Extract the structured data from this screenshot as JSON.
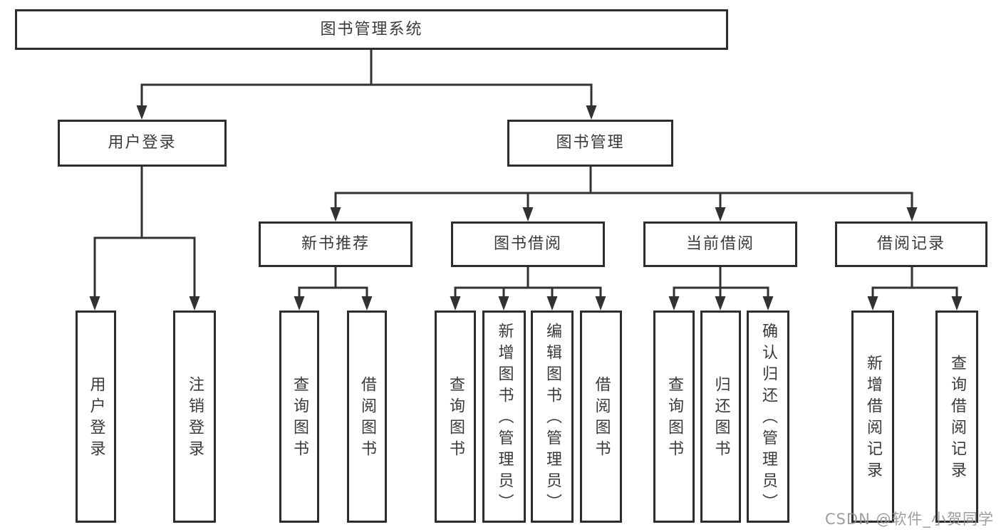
{
  "tree": {
    "root": {
      "label": "图书管理系统"
    },
    "branches": [
      {
        "label": "用户登录",
        "children": [
          {
            "label": "用户登录"
          },
          {
            "label": "注销登录"
          }
        ]
      },
      {
        "label": "图书管理",
        "children": [
          {
            "label": "新书推荐",
            "children": [
              {
                "label": "查询图书"
              },
              {
                "label": "借阅图书"
              }
            ]
          },
          {
            "label": "图书借阅",
            "children": [
              {
                "label": "查询图书"
              },
              {
                "label": "新增图书（管理员）"
              },
              {
                "label": "编辑图书（管理员）"
              },
              {
                "label": "借阅图书"
              }
            ]
          },
          {
            "label": "当前借阅",
            "children": [
              {
                "label": "查询图书"
              },
              {
                "label": "归还图书"
              },
              {
                "label": "确认归还（管理员）"
              }
            ]
          },
          {
            "label": "借阅记录",
            "children": [
              {
                "label": "新增借阅记录"
              },
              {
                "label": "查询借阅记录"
              }
            ]
          }
        ]
      }
    ]
  },
  "watermark": {
    "text": "CSDN @软件_小贺同学"
  },
  "colors": {
    "line": "#323232",
    "border": "#2d2d2d",
    "text": "#3a3a3a",
    "background": "#ffffff",
    "watermark": "#919191"
  }
}
